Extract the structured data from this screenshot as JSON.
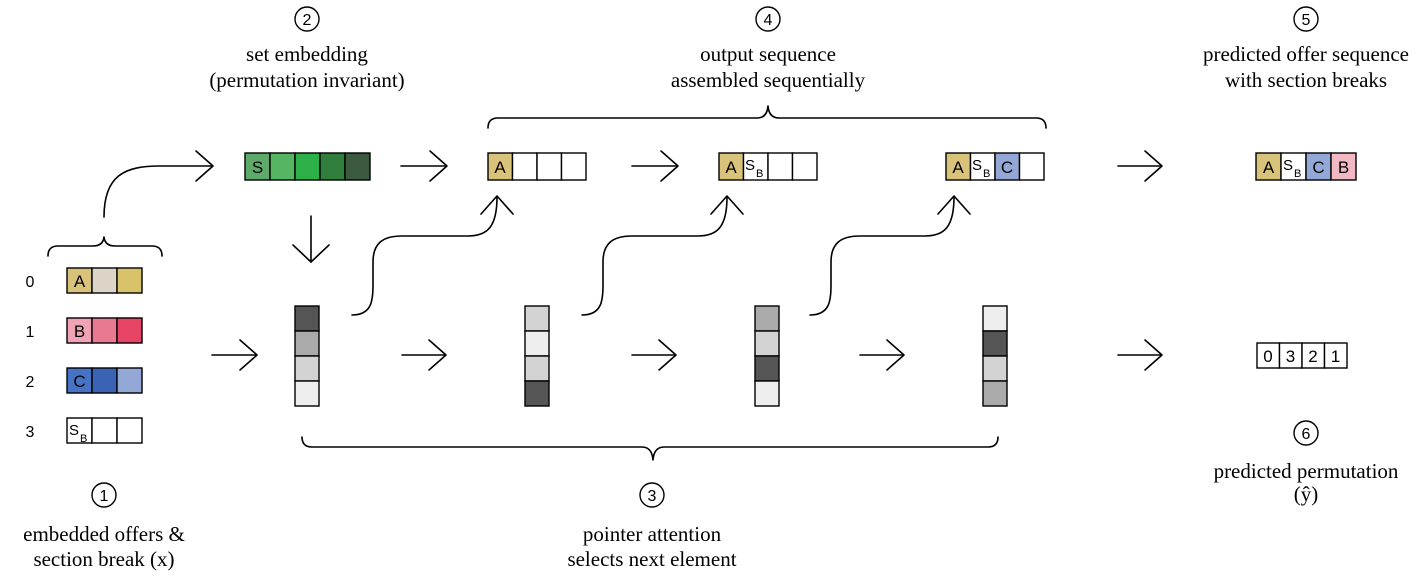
{
  "steps": {
    "s1": {
      "num": "1",
      "line1": "embedded offers &",
      "line2": "section break (x)"
    },
    "s2": {
      "num": "2",
      "line1": "set embedding",
      "line2": "(permutation invariant)"
    },
    "s3": {
      "num": "3",
      "line1": "pointer attention",
      "line2": "selects next element"
    },
    "s4": {
      "num": "4",
      "line1": "output sequence",
      "line2": "assembled sequentially"
    },
    "s5": {
      "num": "5",
      "line1": "predicted offer sequence",
      "line2": "with section breaks"
    },
    "s6": {
      "num": "6",
      "line1": "predicted permutation",
      "line2": "(ŷ)"
    }
  },
  "colors": {
    "offerA": "#d9c37a",
    "offerAlight": "#dcd4c7",
    "offerAyellow": "#d8c26a",
    "offerB": "#f0a3b4",
    "offerBmid": "#e87990",
    "offerBdark": "#e84466",
    "offerC": "#4673c6",
    "offerCdark": "#3a63b5",
    "offerClight": "#94a8d8",
    "setS": "#5daa6b",
    "set2": "#56b563",
    "set3": "#2db048",
    "set4": "#2f7e3c",
    "set5": "#3c5a40",
    "attnDark": "#555555",
    "attnMid": "#aaaaaa",
    "attnLight": "#d3d3d3",
    "attnPale": "#eeeeee",
    "predA": "#d9c37a",
    "predC": "#94a8d8",
    "predB": "#f2b8c4"
  },
  "offers": [
    {
      "index": "0",
      "label": "A"
    },
    {
      "index": "1",
      "label": "B"
    },
    {
      "index": "2",
      "label": "C"
    },
    {
      "index": "3",
      "label": "S",
      "sub": "B"
    }
  ],
  "set_embedding_label": "S",
  "output_steps": [
    {
      "items": [
        {
          "label": "A"
        }
      ]
    },
    {
      "items": [
        {
          "label": "A"
        },
        {
          "label": "S",
          "sub": "B"
        }
      ]
    },
    {
      "items": [
        {
          "label": "A"
        },
        {
          "label": "S",
          "sub": "B"
        },
        {
          "label": "C"
        }
      ]
    }
  ],
  "final_sequence": [
    {
      "label": "A"
    },
    {
      "label": "S",
      "sub": "B"
    },
    {
      "label": "C"
    },
    {
      "label": "B"
    }
  ],
  "attention": [
    [
      "attnDark",
      "attnMid",
      "attnLight",
      "attnPale"
    ],
    [
      "attnLight",
      "attnPale",
      "attnLight",
      "attnDark"
    ],
    [
      "attnMid",
      "attnLight",
      "attnDark",
      "attnPale"
    ],
    [
      "attnPale",
      "attnDark",
      "attnLight",
      "attnMid"
    ]
  ],
  "permutation": [
    "0",
    "3",
    "2",
    "1"
  ]
}
